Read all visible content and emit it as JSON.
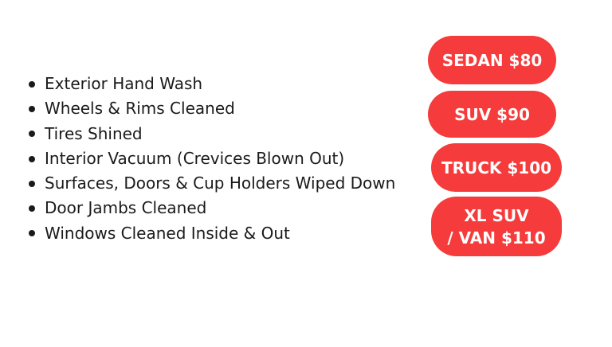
{
  "services": [
    "Exterior Hand Wash",
    "Wheels & Rims Cleaned",
    "Tires Shined",
    "Interior Vacuum (Crevices Blown Out)",
    "Surfaces, Doors & Cup Holders Wiped Down",
    "Door Jambs Cleaned",
    "Windows Cleaned Inside & Out"
  ],
  "prices": {
    "sedan": "SEDAN $80",
    "suv": "SUV $90",
    "truck": "TRUCK $100",
    "xl_suv_line1": "XL SUV",
    "xl_suv_line2": "/ VAN $110"
  },
  "colors": {
    "accent": "#f53b3b",
    "text": "#1a1a1a",
    "background": "#ffffff"
  }
}
